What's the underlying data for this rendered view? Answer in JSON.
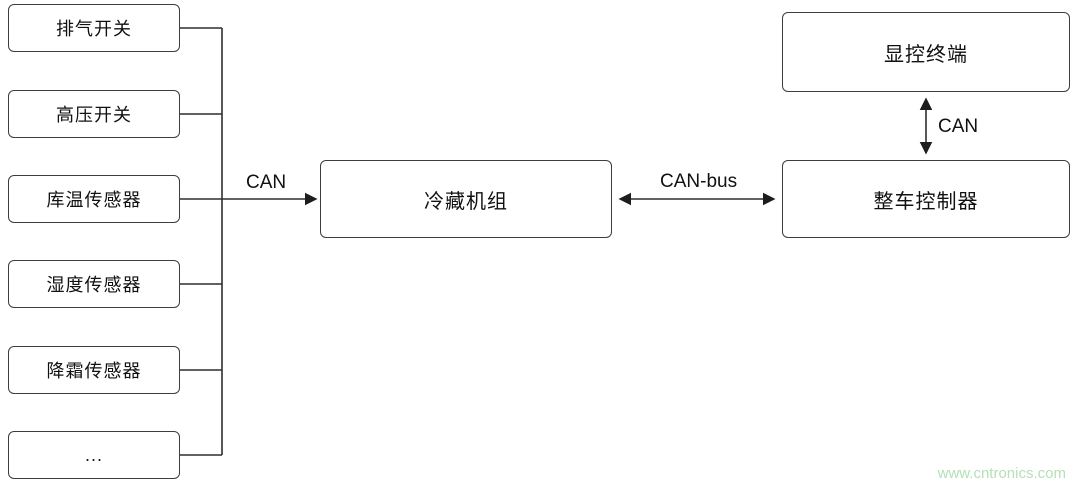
{
  "diagram": {
    "left_boxes": [
      {
        "label": "排气开关"
      },
      {
        "label": "高压开关"
      },
      {
        "label": "库温传感器"
      },
      {
        "label": "湿度传感器"
      },
      {
        "label": "降霜传感器"
      },
      {
        "label": "..."
      }
    ],
    "center_box": {
      "label": "冷藏机组"
    },
    "display_terminal": {
      "label": "显控终端"
    },
    "vehicle_controller": {
      "label": "整车控制器"
    },
    "edge_labels": {
      "can_sensors": "CAN",
      "can_bus": "CAN-bus",
      "can_terminal": "CAN"
    },
    "watermark": "www.cntronics.com",
    "colors": {
      "line": "#2e2e2e",
      "box_border": "#3d3d3d",
      "text": "#111111",
      "watermark": "#b5dfb5"
    }
  }
}
